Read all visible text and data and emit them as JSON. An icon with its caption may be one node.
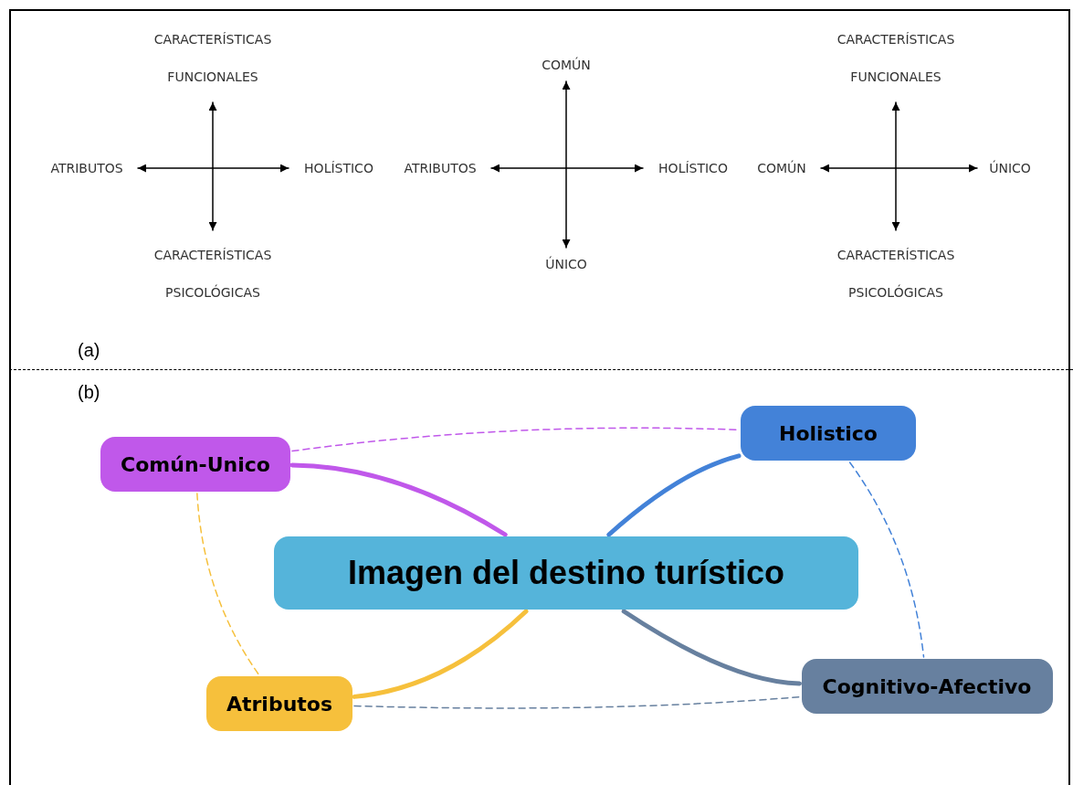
{
  "diagram": {
    "nodes": [
      {
        "text": [
          "CARACTERÍSTICAS FUNCIONALES"
        ]
      },
      {
        "text": [
          "ATRIBUTOS"
        ]
      },
      {
        "text": [
          "HOLÍSTICO"
        ]
      },
      {
        "text": [
          "CARACTERÍSTICAS PSICOLÓGICAS"
        ]
      },
      {
        "text": [
          "COMÚN"
        ]
      },
      {
        "text": [
          "ATRIBUTOS"
        ]
      },
      {
        "text": [
          "HOLÍSTICO"
        ]
      },
      {
        "text": [
          "ÚNICO"
        ]
      },
      {
        "text": [
          "CARACTERÍSTICAS FUNCIONALES"
        ]
      },
      {
        "text": [
          "COMÚN"
        ]
      },
      {
        "text": [
          "ÚNICO"
        ]
      },
      {
        "text": [
          "CARACTERÍSTICAS PSICOLÓGICAS"
        ]
      },
      {
        "text": [
          "Holistico"
        ]
      },
      {
        "text": [
          "Común-Unico"
        ]
      },
      {
        "text": [
          "Imagen del destino turístico"
        ]
      },
      {
        "text": [
          "Atributos"
        ]
      },
      {
        "text": [
          "Cognitivo-Afectivo"
        ]
      }
    ],
    "edges": [
      {
        "from": 1,
        "to": 2,
        "arrow": "both"
      },
      {
        "from": 0,
        "to": 3,
        "arrow": "both"
      },
      {
        "from": 5,
        "to": 6,
        "arrow": "both"
      },
      {
        "from": 4,
        "to": 7,
        "arrow": "both"
      },
      {
        "from": 9,
        "to": 10,
        "arrow": "both"
      },
      {
        "from": 8,
        "to": 11,
        "arrow": "both"
      },
      {
        "from": 14,
        "to": 12,
        "arrow": "none",
        "style": "thick",
        "color": "#4382d8"
      },
      {
        "from": 14,
        "to": 13,
        "arrow": "none",
        "style": "thick",
        "color": "#c058ea"
      },
      {
        "from": 14,
        "to": 15,
        "arrow": "none",
        "style": "thick",
        "color": "#f6c03c"
      },
      {
        "from": 14,
        "to": 16,
        "arrow": "none",
        "style": "thick",
        "color": "#67809f"
      },
      {
        "from": 13,
        "to": 12,
        "arrow": "none",
        "style": "dashed",
        "color": "#c058ea"
      },
      {
        "from": 13,
        "to": 15,
        "arrow": "none",
        "style": "dashed",
        "color": "#f6c03c"
      },
      {
        "from": 12,
        "to": 16,
        "arrow": "none",
        "style": "dashed",
        "color": "#4382d8"
      },
      {
        "from": 15,
        "to": 16,
        "arrow": "none",
        "style": "dashed",
        "color": "#67809f"
      }
    ],
    "labels": [
      "(a)",
      "(b)"
    ]
  }
}
